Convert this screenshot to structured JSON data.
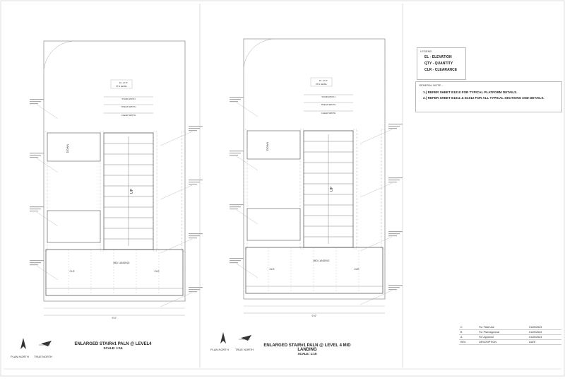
{
  "legend": {
    "title": "LEGEND",
    "items": [
      "EL - ELEVATION",
      "QTY - QUANTITY",
      "CLR - CLEARANCE"
    ]
  },
  "notes": {
    "title": "GENERAL NOTE :-",
    "items": [
      "1.) REFER SHEET E1010 FOR TYPICAL PLATFORM DETAILS.",
      "2.) REFER SHEET E1011 & E1012 FOR ALL TYPICAL SECTIONS AND DETAILS."
    ]
  },
  "plans": [
    {
      "title": "ENLARGED STAIR#1 PALN @ LEVEL4",
      "scale": "SCALE: 1:16",
      "level_tag": "EL +0'-0\"",
      "level_label": "XTH LEVEL",
      "landing_tag": "MID LANDING",
      "stair_width": "STAIR WIDTH",
      "tread_width": "TREAD WIDTH",
      "clear_width": "CLEAR WIDTH",
      "clr": "CLR",
      "up": "UP",
      "down": "DOWN",
      "overall": "9'-0\""
    },
    {
      "title": "ENLARGED STAIR#1 PALN @ LEVEL 4 MID LANDING",
      "scale": "SCALE: 1:16",
      "level_tag": "EL +0'-0\"",
      "level_label": "XTH LEVEL",
      "landing_tag": "MID LANDING",
      "stair_width": "STAIR WIDTH",
      "tread_width": "TREAD WIDTH",
      "clear_width": "CLEAR WIDTH",
      "clr": "CLR",
      "up": "UP",
      "down": "DOWN",
      "overall": "9'-0\""
    }
  ],
  "north": {
    "plan": "PLAN NORTH",
    "true": "TRUE NORTH"
  },
  "revisions": {
    "rows": [
      {
        "rev": "C",
        "desc": "For Field Use",
        "date": "01/20/2023"
      },
      {
        "rev": "B",
        "desc": "For Plan Approval",
        "date": "01/20/2023"
      },
      {
        "rev": "A",
        "desc": "For Approval",
        "date": "01/20/2023"
      }
    ],
    "header": {
      "rev": "REV.",
      "desc": "DESCRIPTION",
      "date": "DATE"
    }
  }
}
